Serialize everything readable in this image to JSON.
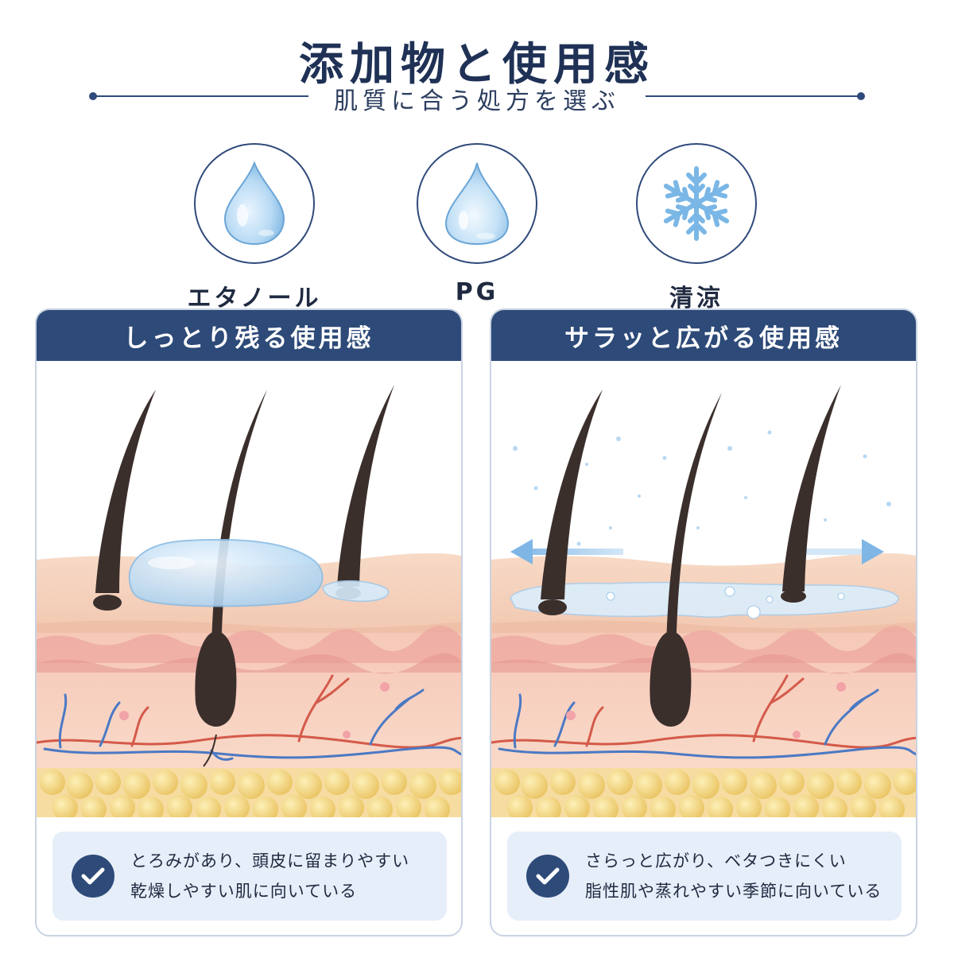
{
  "header": {
    "title": "添加物と使用感",
    "subtitle": "肌質に合う処方を選ぶ"
  },
  "icons": [
    {
      "label": "エタノール",
      "icon": "water-drop-icon"
    },
    {
      "label": "PG",
      "icon": "gel-drop-icon"
    },
    {
      "label": "清涼",
      "icon": "snowflake-icon"
    }
  ],
  "panels": [
    {
      "title": "しっとり残る使用感",
      "note_line1": "とろみがあり、頭皮に留まりやすい",
      "note_line2": "乾燥しやすい肌に向いている"
    },
    {
      "title": "サラッと広がる使用感",
      "note_line1": "さらっと広がり、ベタつきにくい",
      "note_line2": "脂性肌や蒸れやすい季節に向いている"
    }
  ],
  "colors": {
    "navy": "#2d4a78",
    "note_bg": "#e6eef9",
    "skin": "#f6d3bf",
    "fat": "#f2d27a",
    "drop": "#a8d0f0"
  }
}
